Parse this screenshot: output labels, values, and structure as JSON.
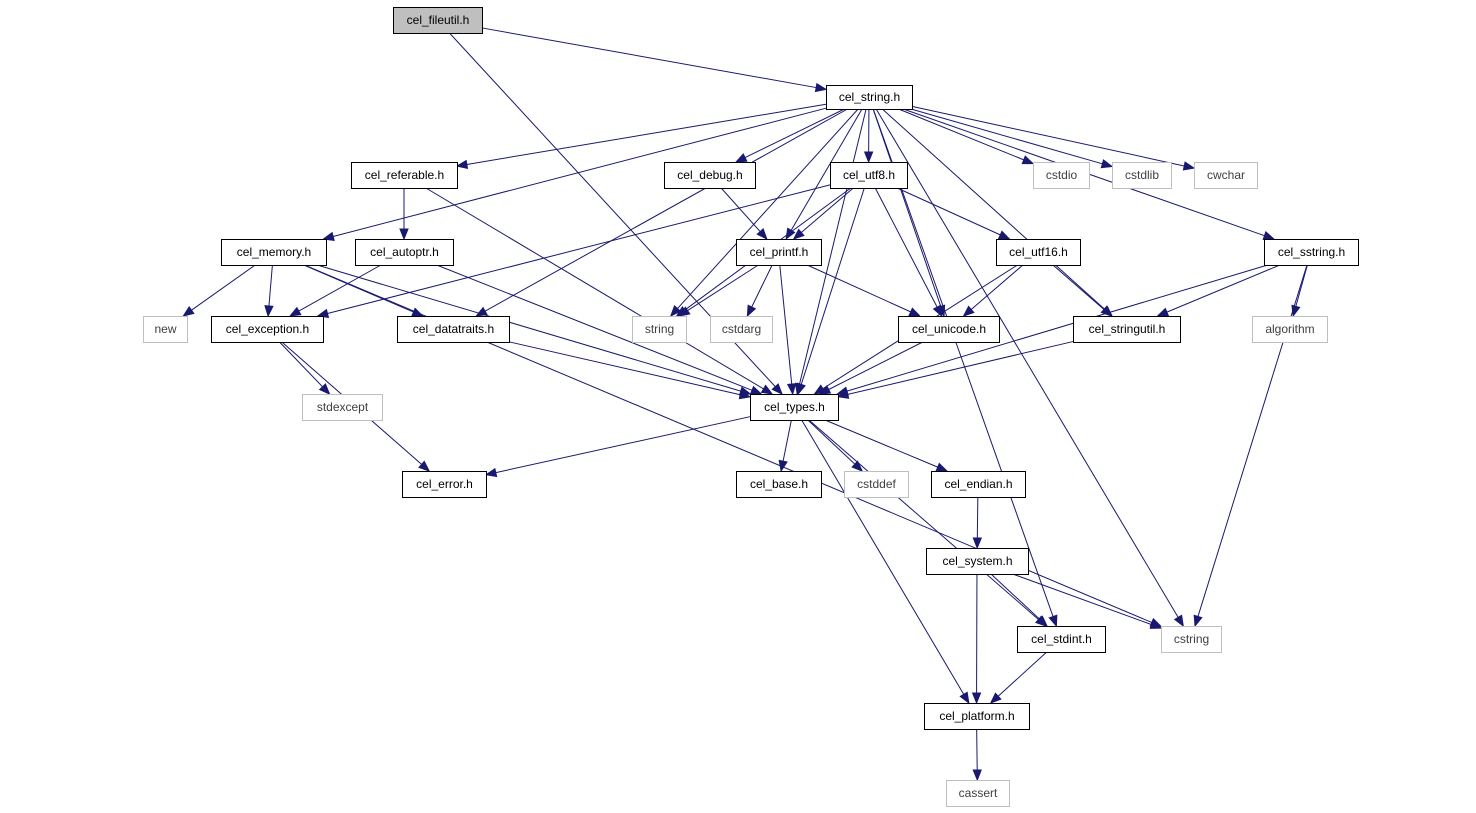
{
  "colors": {
    "edge": "#191970",
    "local_fill": "#ffffff",
    "local_border": "#000000",
    "root_fill": "#bfbfbf",
    "system_fill": "#ffffff",
    "system_border": "#bfbfbf",
    "local_text": "#000000",
    "system_text": "#404040"
  },
  "nodes": {
    "cel_fileutil": {
      "label": "cel_fileutil.h",
      "kind": "root"
    },
    "cel_string": {
      "label": "cel_string.h",
      "kind": "local"
    },
    "cel_referable": {
      "label": "cel_referable.h",
      "kind": "local"
    },
    "cel_debug": {
      "label": "cel_debug.h",
      "kind": "local"
    },
    "cel_utf8": {
      "label": "cel_utf8.h",
      "kind": "local"
    },
    "cstdio": {
      "label": "cstdio",
      "kind": "system"
    },
    "cstdlib": {
      "label": "cstdlib",
      "kind": "system"
    },
    "cwchar": {
      "label": "cwchar",
      "kind": "system"
    },
    "cel_memory": {
      "label": "cel_memory.h",
      "kind": "local"
    },
    "cel_autoptr": {
      "label": "cel_autoptr.h",
      "kind": "local"
    },
    "cel_printf": {
      "label": "cel_printf.h",
      "kind": "local"
    },
    "cel_utf16": {
      "label": "cel_utf16.h",
      "kind": "local"
    },
    "cel_sstring": {
      "label": "cel_sstring.h",
      "kind": "local"
    },
    "new": {
      "label": "new",
      "kind": "system"
    },
    "cel_exception": {
      "label": "cel_exception.h",
      "kind": "local"
    },
    "cel_datatraits": {
      "label": "cel_datatraits.h",
      "kind": "local"
    },
    "string": {
      "label": "string",
      "kind": "system"
    },
    "cstdarg": {
      "label": "cstdarg",
      "kind": "system"
    },
    "cel_unicode": {
      "label": "cel_unicode.h",
      "kind": "local"
    },
    "cel_stringutil": {
      "label": "cel_stringutil.h",
      "kind": "local"
    },
    "algorithm": {
      "label": "algorithm",
      "kind": "system"
    },
    "stdexcept": {
      "label": "stdexcept",
      "kind": "system"
    },
    "cel_types": {
      "label": "cel_types.h",
      "kind": "local"
    },
    "cel_error": {
      "label": "cel_error.h",
      "kind": "local"
    },
    "cel_base": {
      "label": "cel_base.h",
      "kind": "local"
    },
    "cstddef": {
      "label": "cstddef",
      "kind": "system"
    },
    "cel_endian": {
      "label": "cel_endian.h",
      "kind": "local"
    },
    "cel_system": {
      "label": "cel_system.h",
      "kind": "local"
    },
    "cel_stdint": {
      "label": "cel_stdint.h",
      "kind": "local"
    },
    "cstring": {
      "label": "cstring",
      "kind": "system"
    },
    "cel_platform": {
      "label": "cel_platform.h",
      "kind": "local"
    },
    "cassert": {
      "label": "cassert",
      "kind": "system"
    }
  },
  "edges": [
    [
      "cel_fileutil",
      "cel_string"
    ],
    [
      "cel_fileutil",
      "cel_types"
    ],
    [
      "cel_string",
      "cel_referable"
    ],
    [
      "cel_string",
      "cel_debug"
    ],
    [
      "cel_string",
      "cel_utf8"
    ],
    [
      "cel_string",
      "cstdio"
    ],
    [
      "cel_string",
      "cstdlib"
    ],
    [
      "cel_string",
      "cwchar"
    ],
    [
      "cel_string",
      "cel_memory"
    ],
    [
      "cel_string",
      "cel_printf"
    ],
    [
      "cel_string",
      "cel_sstring"
    ],
    [
      "cel_string",
      "cel_datatraits"
    ],
    [
      "cel_string",
      "string"
    ],
    [
      "cel_string",
      "cel_unicode"
    ],
    [
      "cel_string",
      "cel_stringutil"
    ],
    [
      "cel_string",
      "cel_types"
    ],
    [
      "cel_string",
      "cel_stdint"
    ],
    [
      "cel_string",
      "cstring"
    ],
    [
      "cel_referable",
      "cel_autoptr"
    ],
    [
      "cel_referable",
      "cel_types"
    ],
    [
      "cel_debug",
      "cel_printf"
    ],
    [
      "cel_utf8",
      "cel_printf"
    ],
    [
      "cel_utf8",
      "cel_utf16"
    ],
    [
      "cel_utf8",
      "cel_exception"
    ],
    [
      "cel_utf8",
      "string"
    ],
    [
      "cel_utf8",
      "cel_unicode"
    ],
    [
      "cel_utf8",
      "cel_types"
    ],
    [
      "cel_memory",
      "new"
    ],
    [
      "cel_memory",
      "cel_exception"
    ],
    [
      "cel_memory",
      "cel_datatraits"
    ],
    [
      "cel_memory",
      "cel_types"
    ],
    [
      "cel_memory",
      "cstring"
    ],
    [
      "cel_autoptr",
      "cel_exception"
    ],
    [
      "cel_autoptr",
      "cel_types"
    ],
    [
      "cel_printf",
      "string"
    ],
    [
      "cel_printf",
      "cstdarg"
    ],
    [
      "cel_printf",
      "cel_unicode"
    ],
    [
      "cel_printf",
      "cel_types"
    ],
    [
      "cel_utf16",
      "cel_unicode"
    ],
    [
      "cel_utf16",
      "cel_stringutil"
    ],
    [
      "cel_utf16",
      "cel_types"
    ],
    [
      "cel_sstring",
      "cel_stringutil"
    ],
    [
      "cel_sstring",
      "algorithm"
    ],
    [
      "cel_sstring",
      "cstring"
    ],
    [
      "cel_sstring",
      "cel_types"
    ],
    [
      "cel_exception",
      "stdexcept"
    ],
    [
      "cel_exception",
      "cel_error"
    ],
    [
      "cel_datatraits",
      "cel_types"
    ],
    [
      "cel_unicode",
      "cel_types"
    ],
    [
      "cel_stringutil",
      "cel_types"
    ],
    [
      "cel_types",
      "cel_error"
    ],
    [
      "cel_types",
      "cel_base"
    ],
    [
      "cel_types",
      "cstddef"
    ],
    [
      "cel_types",
      "cel_endian"
    ],
    [
      "cel_types",
      "cel_stdint"
    ],
    [
      "cel_types",
      "cel_platform"
    ],
    [
      "cel_endian",
      "cel_system"
    ],
    [
      "cel_system",
      "cel_stdint"
    ],
    [
      "cel_system",
      "cstring"
    ],
    [
      "cel_system",
      "cel_platform"
    ],
    [
      "cel_stdint",
      "cel_platform"
    ],
    [
      "cel_platform",
      "cassert"
    ]
  ]
}
